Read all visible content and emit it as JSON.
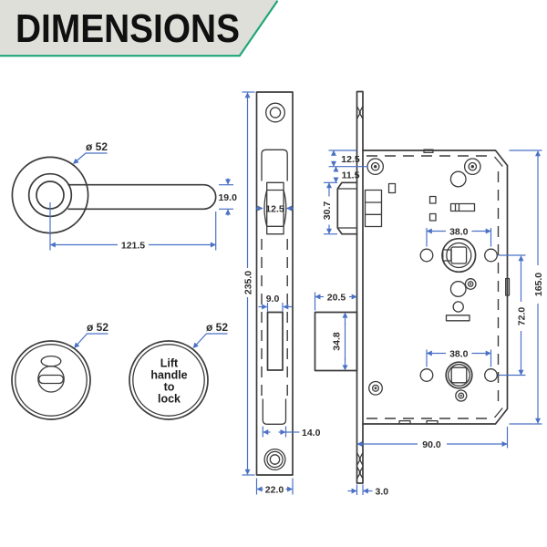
{
  "header": {
    "title": "DIMENSIONS"
  },
  "colors": {
    "accent_green": "#1fa678",
    "header_bg": "#dfdfda",
    "line": "#3b3b3b",
    "dim_line": "#4a71c4",
    "dim_text": "#2d2d2d"
  },
  "handle_view": {
    "diameter": "ø 52",
    "lever_height": "19.0",
    "lever_length": "121.5"
  },
  "thumbturn_view": {
    "diameter": "ø 52"
  },
  "indicator_view": {
    "diameter": "ø 52",
    "lines": [
      "Lift",
      "handle",
      "to",
      "lock"
    ]
  },
  "faceplate_view": {
    "total_height": "235.0",
    "latch_width": "12.5",
    "deadbolt_width": "9.0",
    "cutout_width": "14.0",
    "plate_width": "22.0"
  },
  "case_view": {
    "top_to_screw": "12.5",
    "screw_to_latch": "11.5",
    "latch_height": "30.7",
    "spindle_spacing_top": "38.0",
    "spindle_spacing_bottom": "38.0",
    "deadbolt_throw": "20.5",
    "deadbolt_height": "34.8",
    "centres": "72.0",
    "case_height": "165.0",
    "case_depth": "90.0",
    "plate_thickness": "3.0"
  }
}
